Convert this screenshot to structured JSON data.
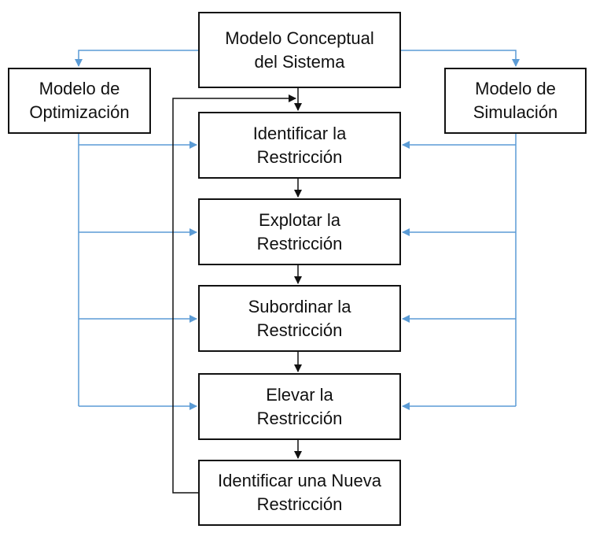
{
  "diagram": {
    "nodes": {
      "conceptual": {
        "line1": "Modelo Conceptual",
        "line2": "del Sistema"
      },
      "optimization": {
        "line1": "Modelo de",
        "line2": "Optimización"
      },
      "simulation": {
        "line1": "Modelo de",
        "line2": "Simulación"
      },
      "step1": {
        "line1": "Identificar la",
        "line2": "Restricción"
      },
      "step2": {
        "line1": "Explotar la",
        "line2": "Restricción"
      },
      "step3": {
        "line1": "Subordinar la",
        "line2": "Restricción"
      },
      "step4": {
        "line1": "Elevar la",
        "line2": "Restricción"
      },
      "step5": {
        "line1": "Identificar una Nueva",
        "line2": "Restricción"
      }
    },
    "colors": {
      "box_border": "#111111",
      "main_flow": "#111111",
      "model_links": "#5b9bd5"
    }
  }
}
